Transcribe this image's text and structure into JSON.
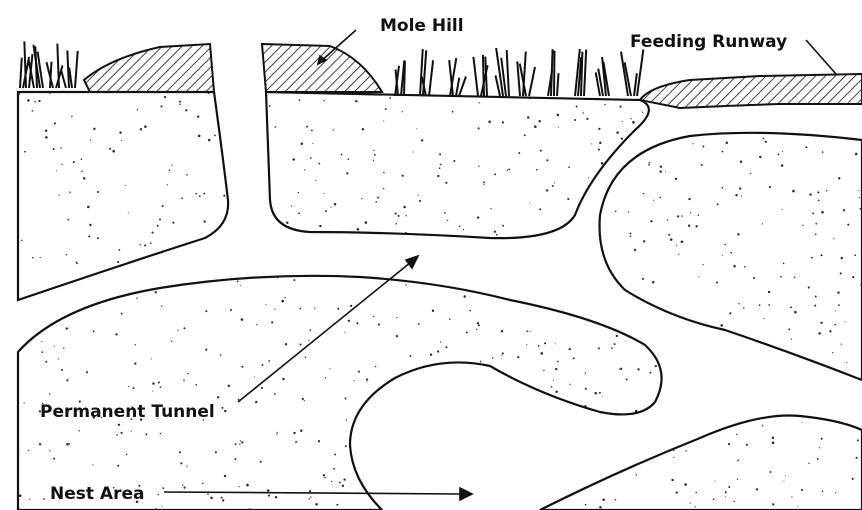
{
  "diagram": {
    "labels": {
      "mole_hill": "Mole Hill",
      "feeding_runway": "Feeding Runway",
      "permanent_tunnel": "Permanent Tunnel",
      "nest_area": "Nest Area"
    },
    "colors": {
      "ink": "#111111",
      "soil": "#ffffff",
      "speckle": "#2a2a2a"
    }
  }
}
